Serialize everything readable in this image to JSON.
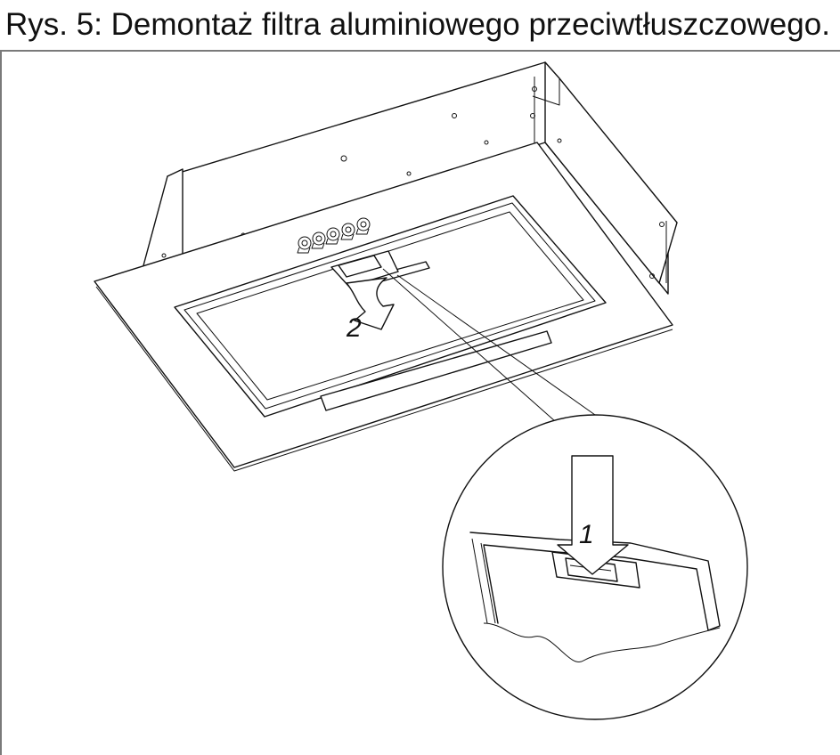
{
  "figure": {
    "caption": "Rys. 5: Demontaż filtra aluminiowego przeciwtłuszczowego.",
    "step_labels": {
      "first": "1",
      "second": "2"
    }
  }
}
